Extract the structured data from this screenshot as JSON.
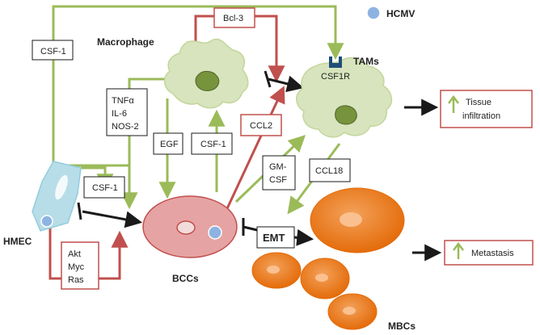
{
  "legend": {
    "virus_label": "HCMV"
  },
  "cells": {
    "macrophage": "Macrophage",
    "tams": "TAMs",
    "hmec": "HMEC",
    "bccs": "BCCs",
    "mbcs": "MBCs",
    "receptor": "CSF1R"
  },
  "boxes": {
    "csf1_top": "CSF-1",
    "bcl3": "Bcl-3",
    "cytokine_1": "TNFα",
    "cytokine_2": "IL-6",
    "cytokine_3": "NOS-2",
    "egf": "EGF",
    "csf1_mid": "CSF-1",
    "ccl2": "CCL2",
    "gmcsf_1": "GM-",
    "gmcsf_2": "CSF",
    "ccl18": "CCL18",
    "csf1_hmec": "CSF-1",
    "akt": "Akt",
    "myc": "Myc",
    "ras": "Ras",
    "emt": "EMT"
  },
  "outcomes": {
    "tissue_1": "Tissue",
    "tissue_2": "infiltration",
    "metastasis": "Metastasis"
  },
  "colors": {
    "green_arrow": "#9bbb59",
    "red_arrow": "#c0504d",
    "black_arrow": "#1a1a1a",
    "cell_fill": "#d7e4bd",
    "bcc_fill": "#e6a3a3",
    "mbc_fill": "#e46c0a",
    "hmec_fill": "#b7dde8",
    "virus_fill": "#8db3e2"
  }
}
